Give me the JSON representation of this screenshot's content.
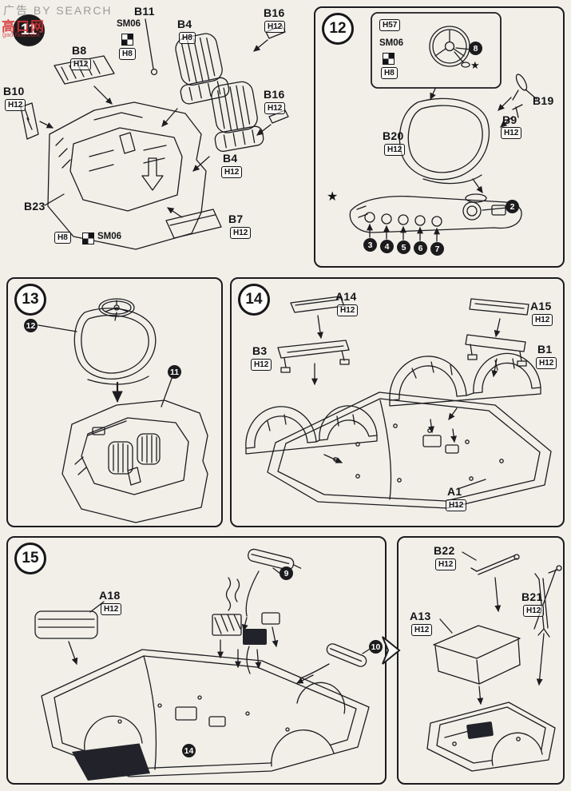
{
  "watermark": {
    "ad": "广告 BY SEARCH",
    "site": "高口网",
    "url": "gao-hou.com"
  },
  "s11": {
    "step": "11",
    "b11": "B11",
    "b11_code": "SM06",
    "b11_paint": "H8",
    "b4a": "B4",
    "b4a_paint": "H8",
    "b16a": "B16",
    "b16a_paint": "H12",
    "b8": "B8",
    "b8_paint": "H12",
    "b10": "B10",
    "b10_paint": "H12",
    "b16b": "B16",
    "b16b_paint": "H12",
    "b4b": "B4",
    "b4b_paint": "H12",
    "b23": "B23",
    "b23_paint": "H8",
    "b23_code": "SM06",
    "b7": "B7",
    "b7_paint": "H12"
  },
  "s12": {
    "step": "12",
    "paint_a": "H57",
    "code": "SM06",
    "paint_b": "H8",
    "c8": "8",
    "b20": "B20",
    "b20_paint": "H12",
    "b19": "B19",
    "b9": "B9",
    "b9_paint": "H12",
    "c2": "2",
    "c3": "3",
    "c4": "4",
    "c5": "5",
    "c6": "6",
    "c7": "7",
    "star": "★"
  },
  "s13": {
    "step": "13",
    "c12": "12",
    "c11": "11"
  },
  "s14": {
    "step": "14",
    "a14": "A14",
    "a14_paint": "H12",
    "a15": "A15",
    "a15_paint": "H12",
    "b3": "B3",
    "b3_paint": "H12",
    "b1": "B1",
    "b1_paint": "H12",
    "a1": "A1",
    "a1_paint": "H12"
  },
  "s15": {
    "step": "15",
    "a18": "A18",
    "a18_paint": "H12",
    "c9": "9",
    "c10": "10",
    "c14": "14"
  },
  "s15b": {
    "b22": "B22",
    "b22_paint": "H12",
    "b21": "B21",
    "b21_paint": "H12",
    "a13": "A13",
    "a13_paint": "H12"
  }
}
